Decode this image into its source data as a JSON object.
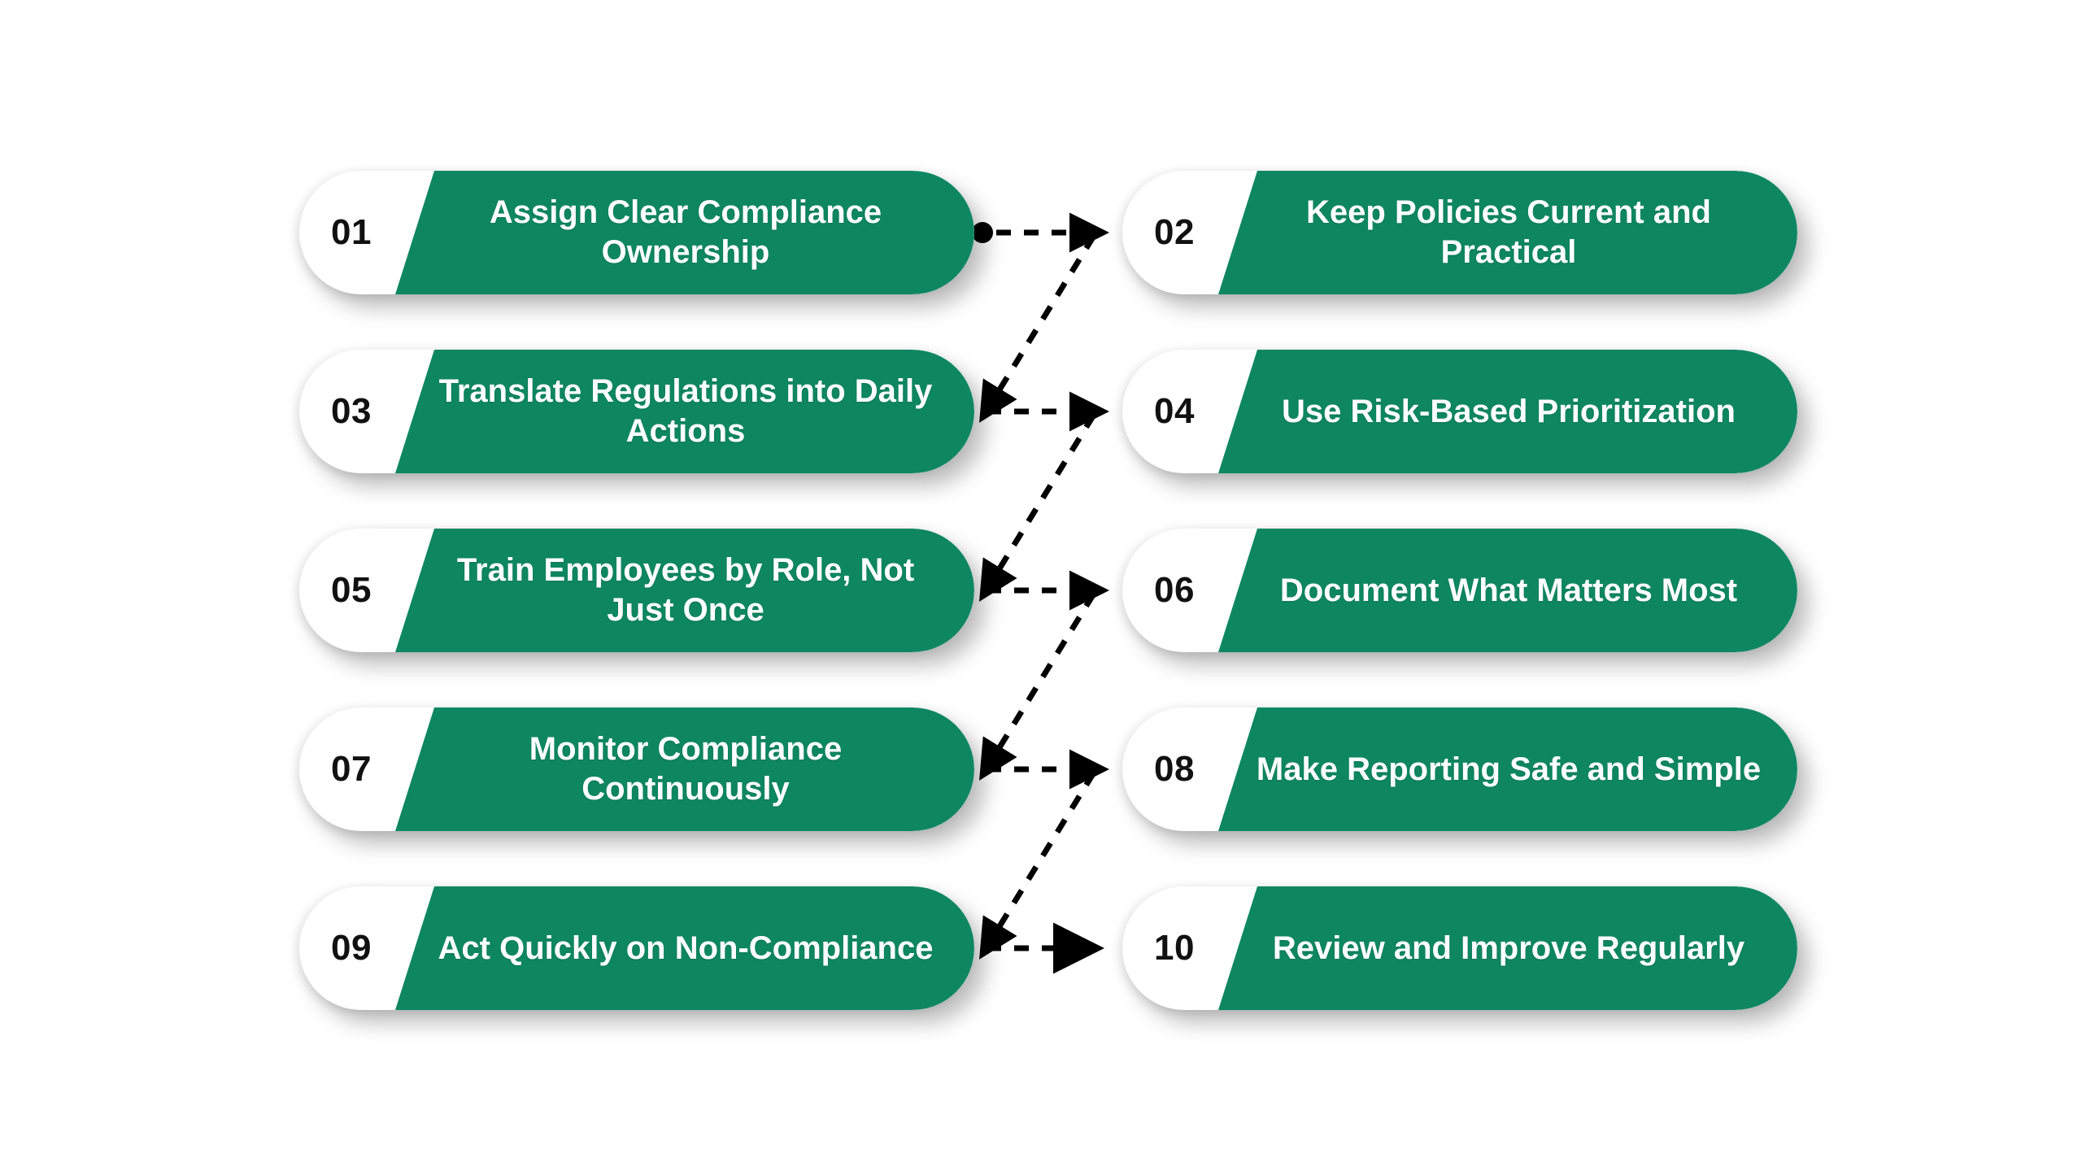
{
  "theme": {
    "background": "#ffffff",
    "accent_green": "#0e8761",
    "number_color": "#111111",
    "title_color": "#ffffff",
    "connector_color": "#000000"
  },
  "items": [
    {
      "number": "01",
      "title": "Assign Clear Compliance Ownership",
      "column": "left"
    },
    {
      "number": "02",
      "title": "Keep Policies Current and Practical",
      "column": "right"
    },
    {
      "number": "03",
      "title": "Translate Regulations into Daily Actions",
      "column": "left"
    },
    {
      "number": "04",
      "title": "Use Risk-Based Prioritization",
      "column": "right"
    },
    {
      "number": "05",
      "title": "Train Employees by Role, Not Just Once",
      "column": "left"
    },
    {
      "number": "06",
      "title": "Document What Matters Most",
      "column": "right"
    },
    {
      "number": "07",
      "title": "Monitor Compliance Continuously",
      "column": "left"
    },
    {
      "number": "08",
      "title": "Make Reporting Safe and Simple",
      "column": "right"
    },
    {
      "number": "09",
      "title": "Act Quickly on Non-Compliance",
      "column": "left"
    },
    {
      "number": "10",
      "title": "Review and Improve Regularly",
      "column": "right"
    }
  ],
  "connector": {
    "style": "dashed-zigzag",
    "start_marker": "dot",
    "end_marker": "arrow",
    "segments": 9
  }
}
